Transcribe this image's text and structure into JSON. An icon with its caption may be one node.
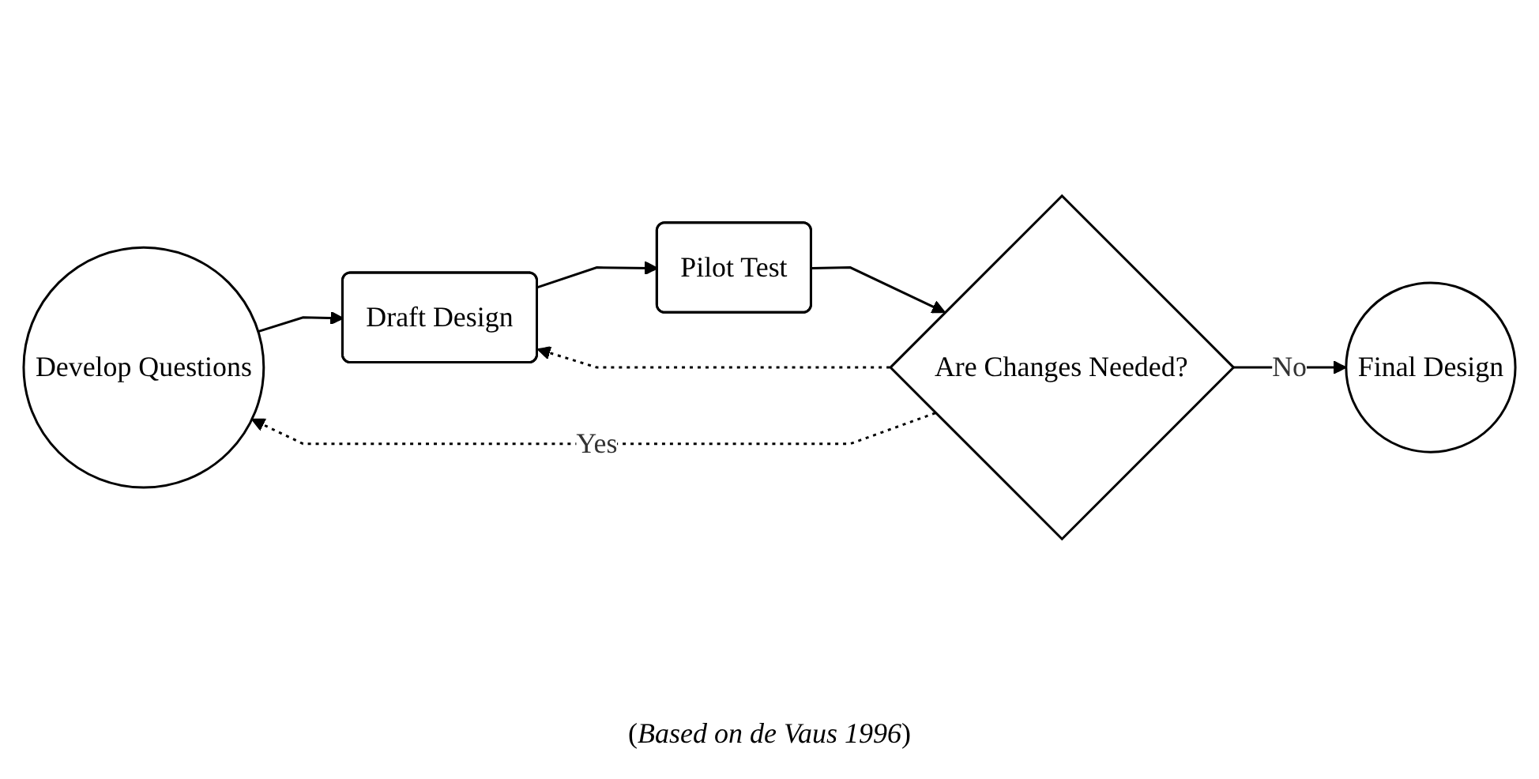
{
  "diagram": {
    "caption": "(*Based on de Vaus 1996*)",
    "nodes": [
      {
        "text": [
          "Develop Questions"
        ]
      },
      {
        "text": [
          "Draft Design"
        ]
      },
      {
        "text": [
          "Pilot Test"
        ]
      },
      {
        "text": [
          "Are Changes Needed?"
        ]
      },
      {
        "text": [
          "Final Design"
        ]
      }
    ],
    "edges": [
      {
        "from": 0,
        "to": 1,
        "arrow": "to"
      },
      {
        "from": 1,
        "to": 2,
        "arrow": "to"
      },
      {
        "from": 2,
        "to": 3,
        "arrow": "to"
      },
      {
        "from": 3,
        "to": 0,
        "arrow": "to",
        "style": "dashed",
        "label": "Yes"
      },
      {
        "from": 3,
        "to": 1,
        "arrow": "to",
        "style": "dashed"
      },
      {
        "from": 3,
        "to": 4,
        "arrow": "to",
        "label": "No"
      }
    ]
  }
}
